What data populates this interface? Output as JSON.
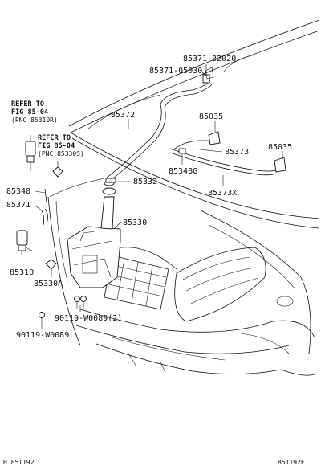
{
  "refs": {
    "ref1": [
      "REFER TO",
      "FIG 85-04",
      "(PNC 85310R)"
    ],
    "ref2": [
      "REFER TO",
      "FIG 85-04",
      "(PNC 85330S)"
    ]
  },
  "parts": {
    "p85371_32020": "85371-32020",
    "p85371_05030": "85371-05030",
    "p85372": "85372",
    "p85035a": "85035",
    "p85373": "85373",
    "p85035b": "85035",
    "p85348G": "85348G",
    "p85373X": "85373X",
    "p85332": "85332",
    "p85348": "85348",
    "p85371": "85371",
    "p85330": "85330",
    "p85310": "85310",
    "p85330A": "85330A",
    "p90119_2": "90119-W0089(2)",
    "p90119": "90119-W0089"
  },
  "footer": {
    "left": "H 85T192",
    "right": "851192E"
  }
}
